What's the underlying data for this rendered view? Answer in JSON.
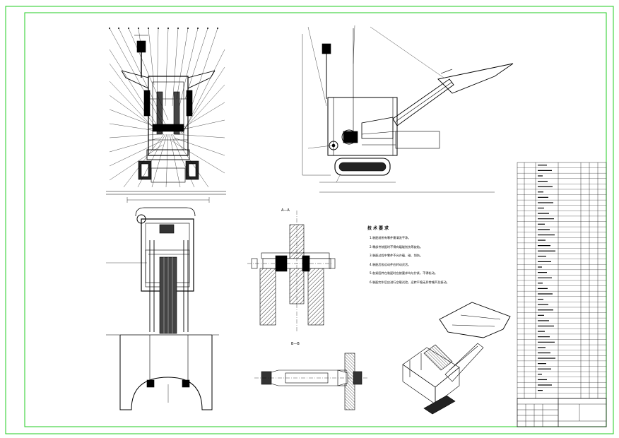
{
  "sheet": {
    "border_color": "#22cc22",
    "line_color": "#000000",
    "hatch_color": "#000000"
  },
  "section_labels": {
    "aa": "A—A",
    "bb": "B—B"
  },
  "tech_notes": {
    "title": "技术要求",
    "items": [
      "1.装配前所有零件需清洗干净。",
      "2.零部件装配时不得有磕碰划伤等缺陷。",
      "3.装配过程中零件不允许磕、碰、划伤。",
      "4.装配后各运动件应转动灵活。",
      "5.各紧固件在装配时应按要求均匀拧紧，不得松动。",
      "6.装配完毕后应进行空载试验，运转平稳无异常噪声及振动。"
    ]
  },
  "icons": {
    "hatching": "hatch-pattern",
    "crawler": "crawler-track-icon"
  }
}
